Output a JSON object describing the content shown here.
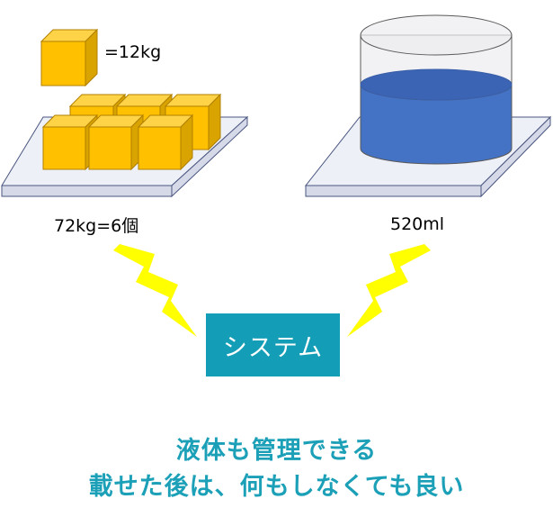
{
  "colors": {
    "cube_front": "#FFC000",
    "cube_top": "#FFD347",
    "cube_side": "#D9A300",
    "cube_edge": "#B08000",
    "platform_top": "#EEF0F8",
    "platform_side": "#D6D9E8",
    "platform_edge": "#4A5680",
    "liquid": "#4472C4",
    "liquid_top": "#3C64B4",
    "cylinder_glass": "#E9E9EC",
    "cylinder_edge": "#5A5A5A",
    "lightning": "#FFFF00",
    "system_box": "#149DB6",
    "caption_text": "#1CA0B8"
  },
  "single_cube": {
    "label": "=12kg",
    "icon": "cube-icon"
  },
  "left_tray": {
    "label": "72kg=6個",
    "cube_count": 6,
    "icon": "cube-icon"
  },
  "right_tray": {
    "label": "520ml",
    "icon": "cylinder-icon"
  },
  "system": {
    "label": "システム"
  },
  "caption": {
    "line1": "液体も管理できる",
    "line2": "載せた後は、何もしなくても良い"
  }
}
